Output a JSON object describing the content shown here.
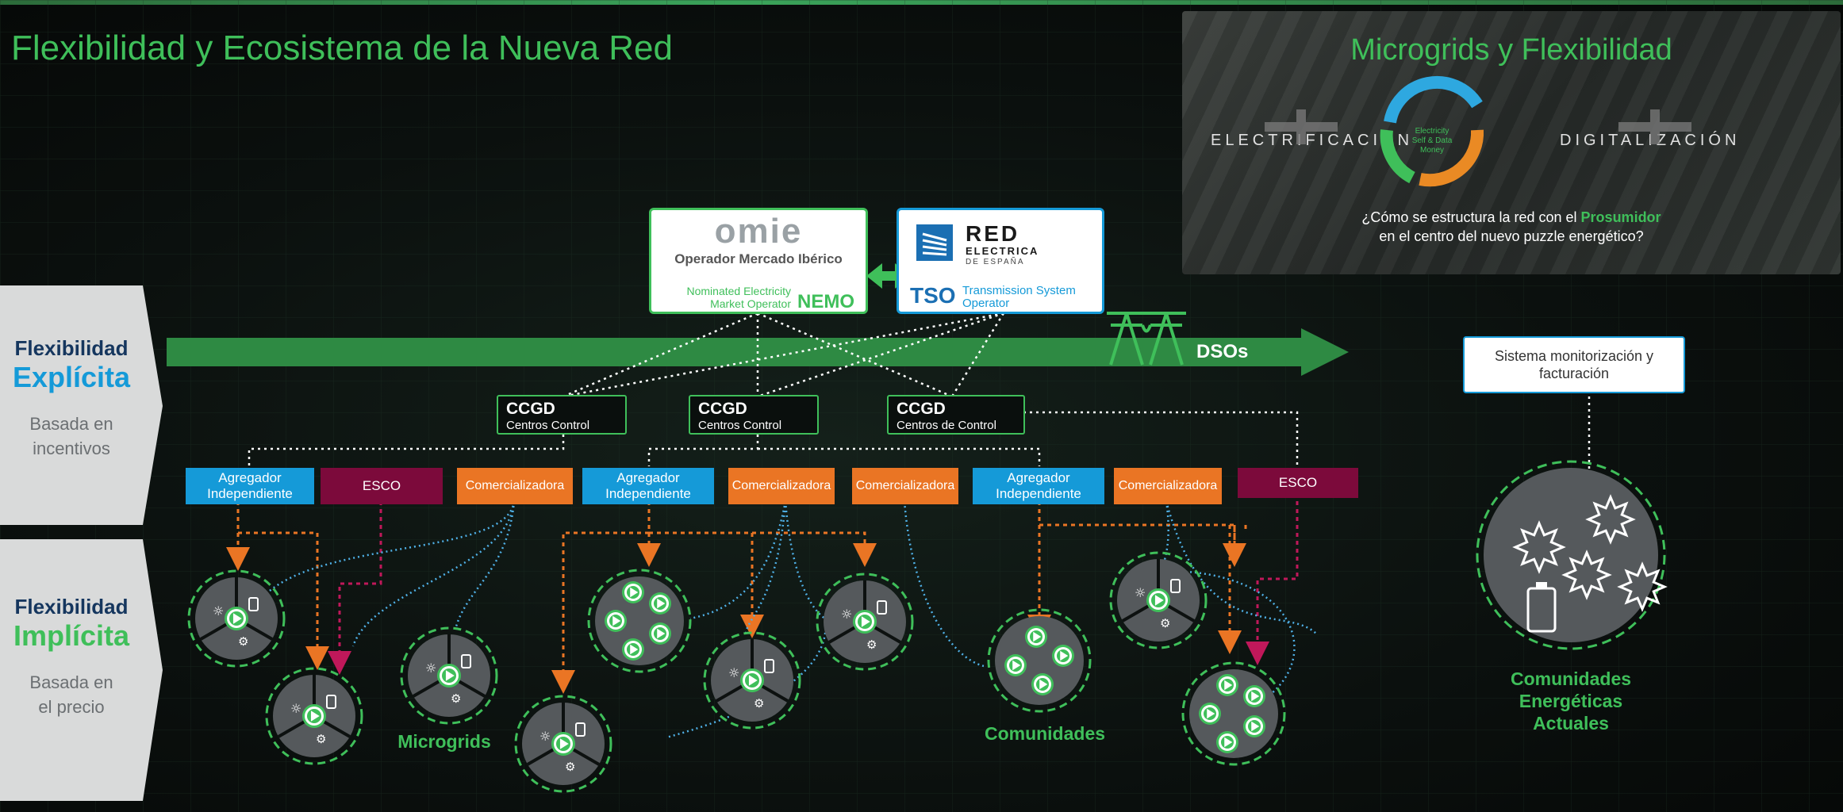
{
  "title": "Flexibilidad y Ecosistema de la Nueva Red",
  "side": {
    "explicit": {
      "line1": "Flexibilidad",
      "line2": "Explícita",
      "sub1": "Basada en",
      "sub2": "incentivos"
    },
    "implicit": {
      "line1": "Flexibilidad",
      "line2": "Implícita",
      "sub1": "Basada en",
      "sub2": "el precio"
    }
  },
  "omie": {
    "logo": "omie",
    "name": "Operador Mercado Ibérico",
    "desc1": "Nominated Electricity",
    "desc2": "Market Operator",
    "acronym": "NEMO"
  },
  "ree": {
    "logo1": "RED",
    "logo2": "ELECTRICA",
    "logo3": "DE ESPAÑA",
    "acronym": "TSO",
    "desc1": "Transmission System",
    "desc2": "Operator"
  },
  "dso_label": "DSOs",
  "ccgd": [
    {
      "title": "CCGD",
      "sub": "Centros Control"
    },
    {
      "title": "CCGD",
      "sub": "Centros Control"
    },
    {
      "title": "CCGD",
      "sub": "Centros de Control"
    }
  ],
  "actors": {
    "agregador1": "Agregador Independiente",
    "esco1": "ESCO",
    "com1": "Comercializadora",
    "agregador2": "Agregador Independiente",
    "com2": "Comercializadora",
    "com3": "Comercializadora",
    "agregador3": "Agregador Independiente",
    "com4": "Comercializadora",
    "esco2": "ESCO"
  },
  "monitor": "Sistema monitorización y facturación",
  "captions": {
    "microgrids": "Microgrids",
    "comunidades": "Comunidades",
    "actuales": "Comunidades Energéticas Actuales"
  },
  "video": {
    "title": "Microgrids y Flexibilidad",
    "left_word": "ELECTRIFICACION",
    "right_word": "DIGITALIZACIÓN",
    "cycle1": "Electricity",
    "cycle2": "Self & Data",
    "cycle3": "Money",
    "question_pre": "¿Cómo se estructura la red con el ",
    "question_hl": "Prosumidor",
    "question_post": " en el centro del nuevo puzzle energético?"
  },
  "colors": {
    "green": "#3fbf5a",
    "blue": "#159ad8",
    "esco": "#7c0a3b",
    "orange": "#ea7524",
    "navy": "#15365e"
  }
}
